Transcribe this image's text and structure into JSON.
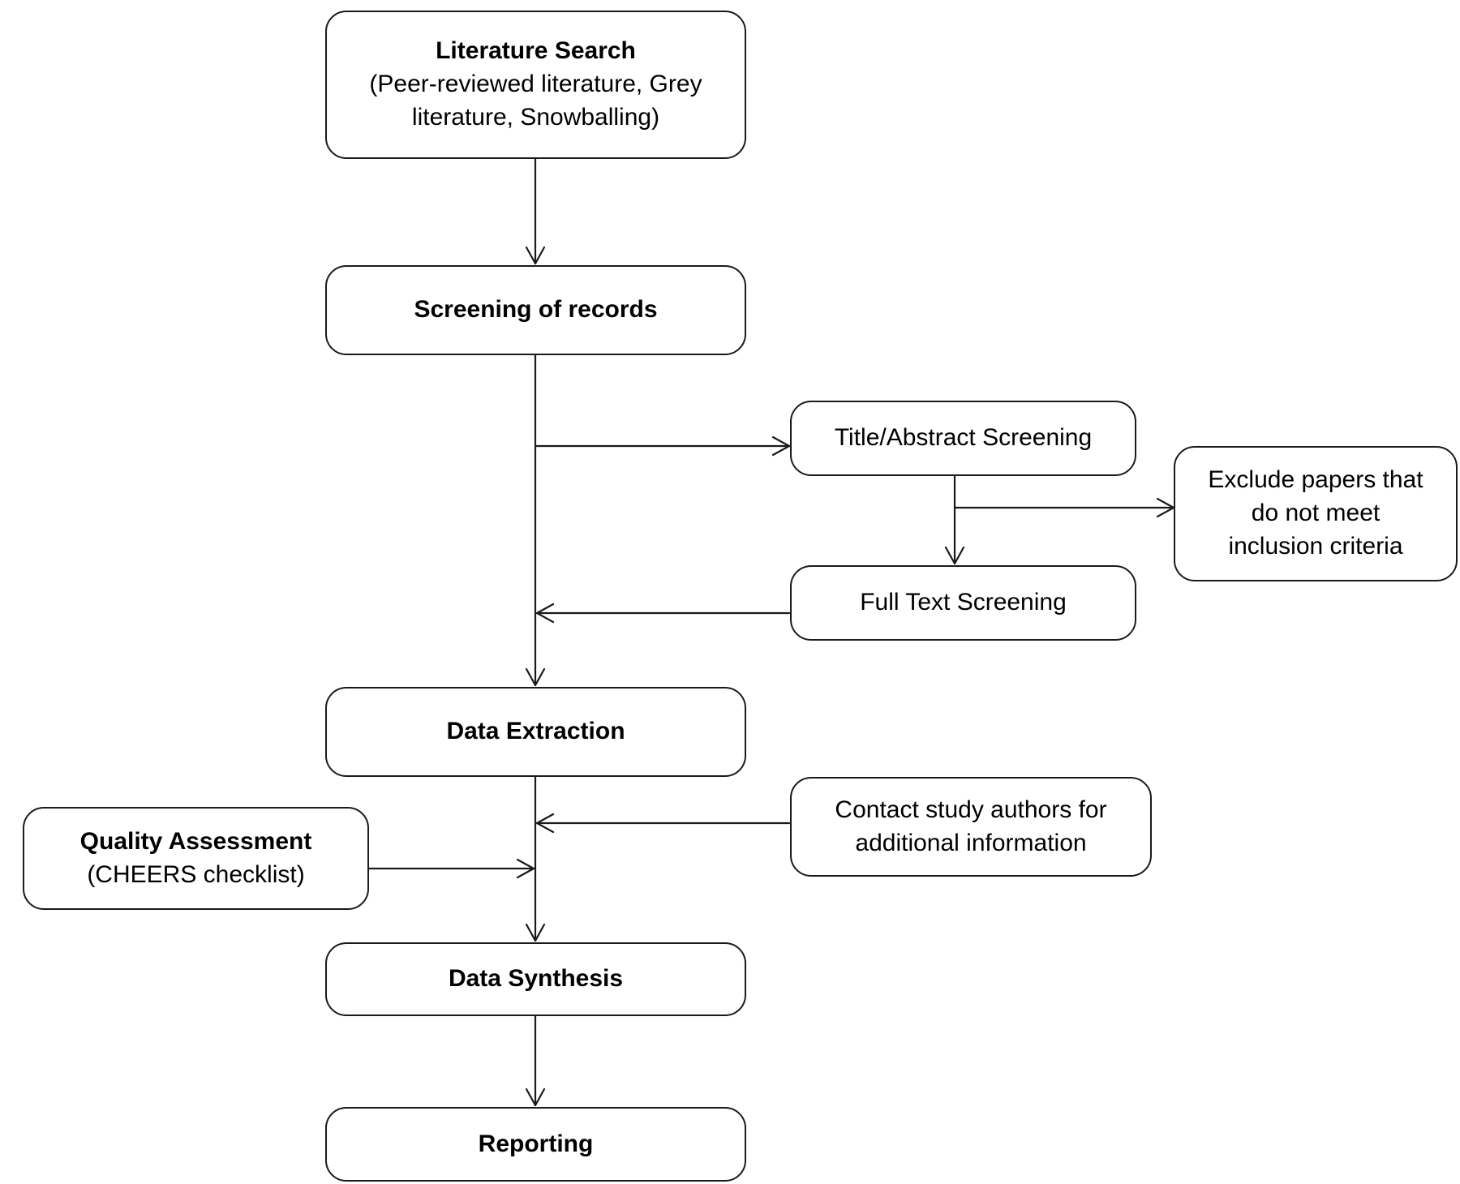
{
  "nodes": {
    "literature_search": {
      "title": "Literature Search",
      "detail_1": "(Peer-reviewed literature, Grey",
      "detail_2": "literature, Snowballing)"
    },
    "screening_of_records": {
      "title": "Screening of records"
    },
    "title_abstract_screening": {
      "label": "Title/Abstract Screening"
    },
    "exclude_papers": {
      "line_1": "Exclude papers that",
      "line_2": "do not meet",
      "line_3": "inclusion criteria"
    },
    "full_text_screening": {
      "label": "Full Text Screening"
    },
    "data_extraction": {
      "title": "Data Extraction"
    },
    "quality_assessment": {
      "title": "Quality Assessment",
      "detail": "(CHEERS checklist)"
    },
    "contact_authors": {
      "line_1": "Contact study authors for",
      "line_2": "additional information"
    },
    "data_synthesis": {
      "title": "Data Synthesis"
    },
    "reporting": {
      "title": "Reporting"
    }
  },
  "colors": {
    "stroke": "#1a1a1a",
    "background": "#ffffff"
  }
}
